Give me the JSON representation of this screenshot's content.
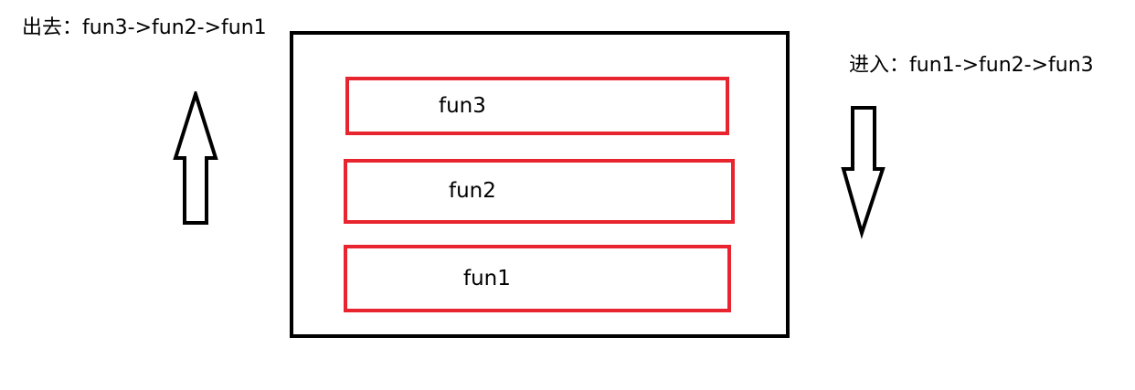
{
  "labels": {
    "exit": "出去：fun3->fun2->fun1",
    "enter": "进入：fun1->fun2->fun3"
  },
  "frames": [
    {
      "name": "fun3"
    },
    {
      "name": "fun2"
    },
    {
      "name": "fun1"
    }
  ],
  "colors": {
    "frame_border": "#e8242e",
    "container_border": "#000000",
    "arrow_outline": "#000000"
  },
  "icons": {
    "up": "up-arrow-icon",
    "down": "down-arrow-icon"
  }
}
